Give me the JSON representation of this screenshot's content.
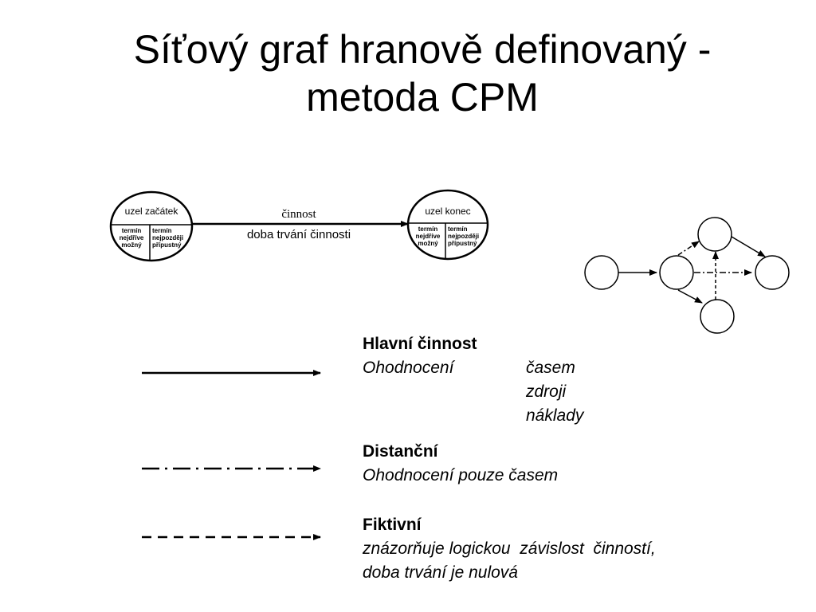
{
  "title_line1": "Síťový graf hranově definovaný -",
  "title_line2": "metoda CPM",
  "node_start": {
    "label": "uzel začátek",
    "left": [
      "termín",
      "nejdříve",
      "možný"
    ],
    "right": [
      "termín",
      "nejpozději",
      "přípustný"
    ]
  },
  "node_end": {
    "label": "uzel konec",
    "left": [
      "termín",
      "nejdříve",
      "možný"
    ],
    "right": [
      "termín",
      "nejpozději",
      "přípustný"
    ]
  },
  "edge": {
    "label_top": "činnost",
    "label_bottom": "doba trvání činnosti"
  },
  "legend": {
    "main": {
      "heading": "Hlavní činnost",
      "label": "Ohodnocení",
      "items": [
        "časem",
        "zdroji",
        "náklady"
      ]
    },
    "distance": {
      "heading": "Distanční",
      "text": "Ohodnocení pouze časem"
    },
    "dummy": {
      "heading": "Fiktivní",
      "line1": "znázorňuje logickou  závislost  činností,",
      "line2": "doba trvání je nulová"
    }
  }
}
